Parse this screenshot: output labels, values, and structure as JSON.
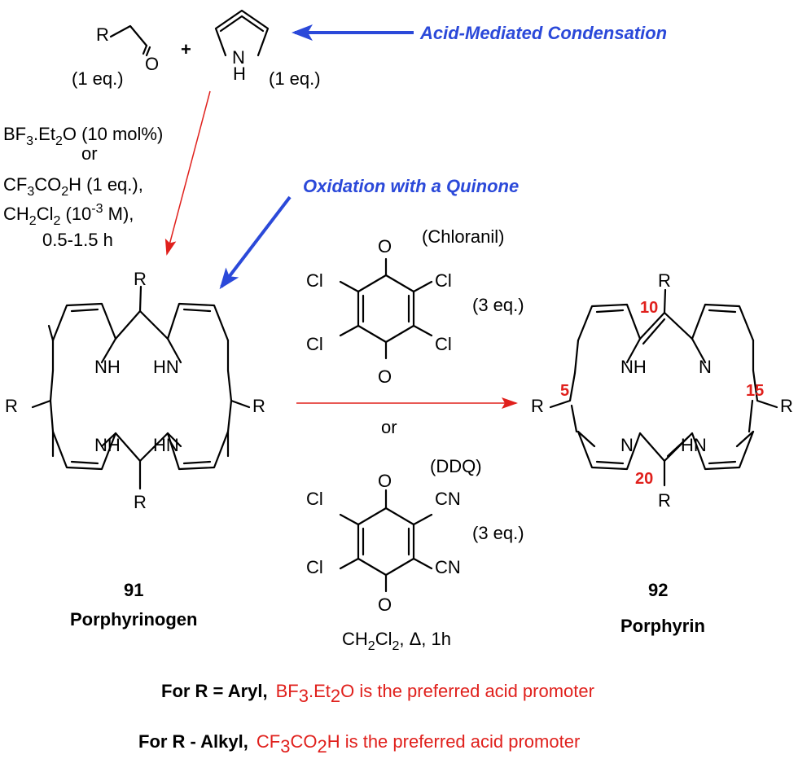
{
  "colors": {
    "arrow_blue": "#2b49d9",
    "arrow_red": "#e0201c",
    "label_red": "#e0201c",
    "ink": "#000000"
  },
  "reactants": {
    "aldehyde_r": "R",
    "aldehyde_o": "O",
    "aldehyde_eq": "(1 eq.)",
    "plus": "+",
    "pyrrole_h": "H",
    "pyrrole_n": "N",
    "pyrrole_eq": "(1 eq.)"
  },
  "labels": {
    "condensation": "Acid-Mediated Condensation",
    "oxidation": "Oxidation with a Quinone"
  },
  "conditions": {
    "line1_a": "BF",
    "line1_sub": "3",
    "line1_b": ".Et",
    "line1_sub2": "2",
    "line1_c": "O (10 mol%)",
    "line2": "or",
    "line3_a": "CF",
    "line3_sub": "3",
    "line3_b": "CO",
    "line3_sub2": "2",
    "line3_c": "H (1 eq.),",
    "line4_a": "CH",
    "line4_sub": "2",
    "line4_b": "Cl",
    "line4_sub2": "2",
    "line4_c": " (10",
    "line4_sup": "-3",
    "line4_d": " M),",
    "line5": "0.5-1.5 h"
  },
  "porphyrinogen": {
    "r": "R",
    "nh": "NH",
    "hn": "HN",
    "number": "91",
    "name": "Porphyrinogen"
  },
  "chloranil": {
    "name": "(Chloranil)",
    "cl": "Cl",
    "o": "O",
    "eq": "(3 eq.)"
  },
  "or_text": "or",
  "ddq": {
    "name": "(DDQ)",
    "cl": "Cl",
    "cn": "CN",
    "o": "O",
    "eq": "(3 eq.)"
  },
  "oxidation_conditions": {
    "a": "CH",
    "sub1": "2",
    "b": "Cl",
    "sub2": "2",
    "c": ", Δ, 1h"
  },
  "porphyrin": {
    "r": "R",
    "nh": "NH",
    "hn": "HN",
    "n": "N",
    "pos5": "5",
    "pos10": "10",
    "pos15": "15",
    "pos20": "20",
    "number": "92",
    "name": "Porphyrin"
  },
  "notes": [
    {
      "bold": "For R = Aryl,",
      "red_a": "BF",
      "red_sub": "3",
      "red_b": ".Et",
      "red_sub2": "2",
      "red_c": "O is the preferred acid promoter"
    },
    {
      "bold": "For R - Alkyl,",
      "red_a": "CF",
      "red_sub": "3",
      "red_b": "CO",
      "red_sub2": "2",
      "red_c": "H is the preferred acid promoter"
    }
  ]
}
